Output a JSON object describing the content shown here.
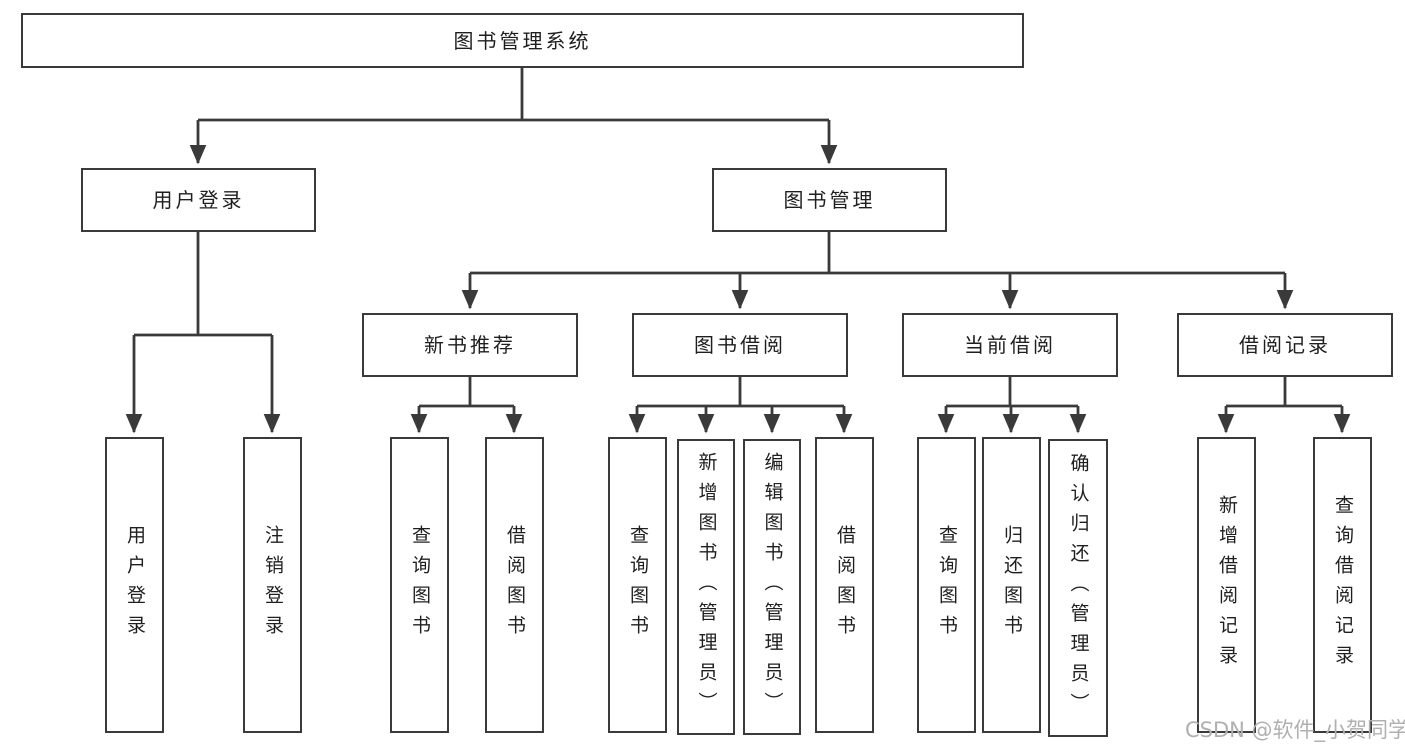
{
  "tree": {
    "root": "图书管理系统",
    "branches": [
      {
        "label": "用户登录",
        "children": [
          "用户登录",
          "注销登录"
        ]
      },
      {
        "label": "图书管理",
        "children": [
          {
            "label": "新书推荐",
            "children": [
              "查询图书",
              "借阅图书"
            ]
          },
          {
            "label": "图书借阅",
            "children": [
              "查询图书",
              "新增图书（管理员）",
              "编辑图书（管理员）",
              "借阅图书"
            ]
          },
          {
            "label": "当前借阅",
            "children": [
              "查询图书",
              "归还图书",
              "确认归还（管理员）"
            ]
          },
          {
            "label": "借阅记录",
            "children": [
              "新增借阅记录",
              "查询借阅记录"
            ]
          }
        ]
      }
    ]
  },
  "watermark": "CSDN @软件_小贺同学",
  "colors": {
    "line": "#3a3a3a",
    "text": "#1f1f1f",
    "watermark": "#b0b0b0",
    "background": "#ffffff"
  }
}
